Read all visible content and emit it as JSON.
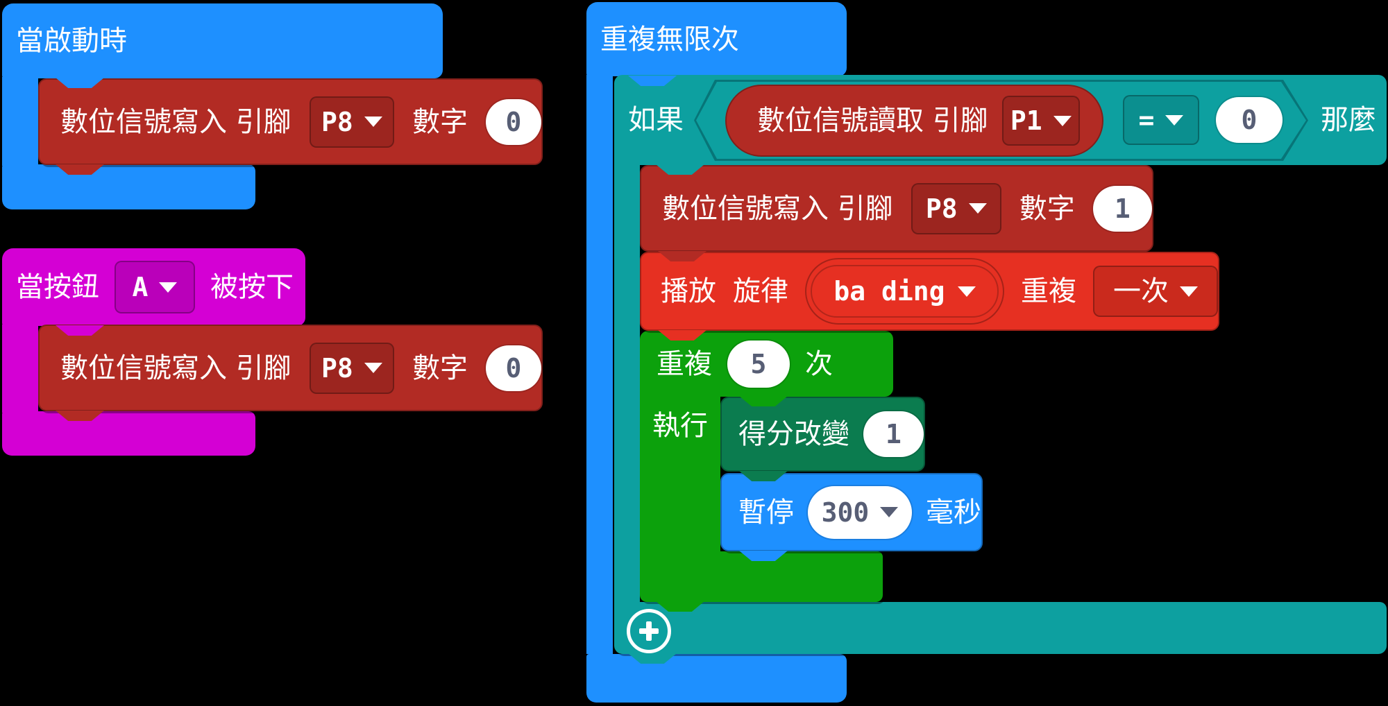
{
  "colors": {
    "background": "#000000",
    "basic_blue": "#1E90FF",
    "input_magenta": "#D400D4",
    "pins_red": "#B22B24",
    "music_red": "#E63022",
    "logic_teal": "#0DA0A0",
    "loops_green": "#0CA10C",
    "game_green": "#0B7C4F",
    "field_text": "#575E75",
    "field_white": "#FFFFFF"
  },
  "icons": {
    "plus": "plus-icon",
    "dropdown_arrow": "chevron-down-icon"
  },
  "on_start": {
    "title": "當啟動時",
    "write": {
      "cmd": "數位信號寫入 引腳",
      "pin": "P8",
      "num_label": "數字",
      "value": "0"
    }
  },
  "on_button": {
    "when": "當按鈕",
    "button": "A",
    "pressed": "被按下",
    "write": {
      "cmd": "數位信號寫入 引腳",
      "pin": "P8",
      "num_label": "數字",
      "value": "0"
    }
  },
  "forever": {
    "title": "重複無限次",
    "if_block": {
      "if_label": "如果",
      "then_label": "那麼",
      "condition": {
        "read": "數位信號讀取 引腳",
        "pin": "P1",
        "op": "=",
        "value": "0"
      },
      "write": {
        "cmd": "數位信號寫入 引腳",
        "pin": "P8",
        "num_label": "數字",
        "value": "1"
      },
      "melody": {
        "play": "播放",
        "melody_label": "旋律",
        "name": "ba ding",
        "repeat_label": "重複",
        "mode": "一次"
      },
      "repeat": {
        "label": "重複",
        "times": "5",
        "times_label": "次",
        "do_label": "執行",
        "score": {
          "label": "得分改變",
          "value": "1"
        },
        "pause": {
          "label": "暫停",
          "value": "300",
          "ms_label": "毫秒"
        }
      }
    }
  }
}
